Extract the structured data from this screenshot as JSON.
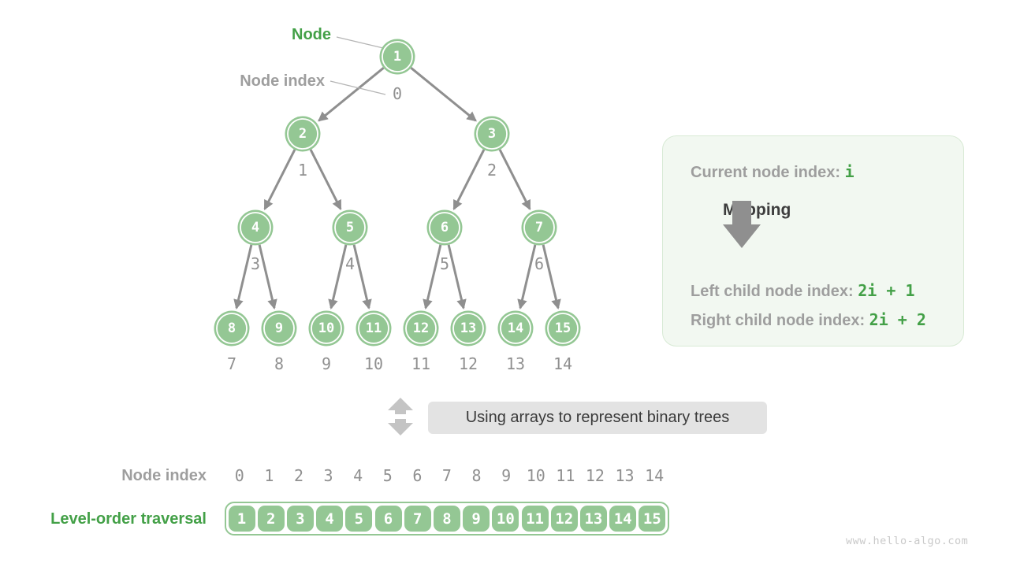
{
  "page": {
    "watermark": "www.hello-algo.com"
  },
  "colors": {
    "node_fill": "#94c794",
    "accent_green": "#43a047",
    "edge_gray": "#8f8f8f",
    "label_gray": "#9e9e9e",
    "panel_bg": "#f2f8f1",
    "panel_border": "#d8ead5",
    "caption_bg": "#e3e3e3"
  },
  "tree": {
    "node_label": "Node",
    "node_index_label": "Node index",
    "nodes": [
      {
        "value": "1",
        "index": "0"
      },
      {
        "value": "2",
        "index": "1"
      },
      {
        "value": "3",
        "index": "2"
      },
      {
        "value": "4",
        "index": "3"
      },
      {
        "value": "5",
        "index": "4"
      },
      {
        "value": "6",
        "index": "5"
      },
      {
        "value": "7",
        "index": "6"
      },
      {
        "value": "8",
        "index": "7"
      },
      {
        "value": "9",
        "index": "8"
      },
      {
        "value": "10",
        "index": "9"
      },
      {
        "value": "11",
        "index": "10"
      },
      {
        "value": "12",
        "index": "11"
      },
      {
        "value": "13",
        "index": "12"
      },
      {
        "value": "14",
        "index": "13"
      },
      {
        "value": "15",
        "index": "14"
      }
    ]
  },
  "panel": {
    "current_label": "Current node index:",
    "current_code": "i",
    "mapping_label": "Mapping",
    "left_label": "Left child node index:",
    "left_code": "2i + 1",
    "right_label": "Right child node index:",
    "right_code": "2i + 2"
  },
  "caption": {
    "text": "Using arrays to represent binary trees"
  },
  "bottom": {
    "index_label": "Node index",
    "indices": [
      "0",
      "1",
      "2",
      "3",
      "4",
      "5",
      "6",
      "7",
      "8",
      "9",
      "10",
      "11",
      "12",
      "13",
      "14"
    ],
    "traversal_label": "Level-order traversal",
    "values": [
      "1",
      "2",
      "3",
      "4",
      "5",
      "6",
      "7",
      "8",
      "9",
      "10",
      "11",
      "12",
      "13",
      "14",
      "15"
    ]
  }
}
